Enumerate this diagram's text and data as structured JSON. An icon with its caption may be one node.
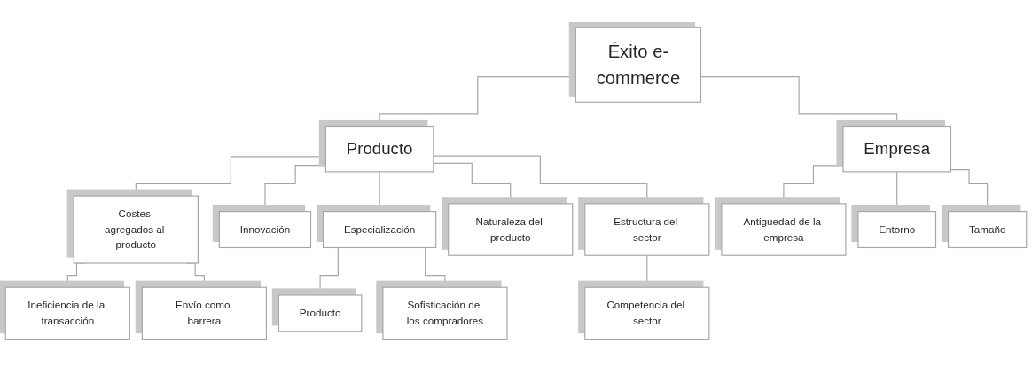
{
  "diagram": {
    "nodes": [
      {
        "text": [
          "Éxito e-commerce"
        ]
      },
      {
        "text": [
          "Producto"
        ]
      },
      {
        "text": [
          "Empresa"
        ]
      },
      {
        "text": [
          "Costes agregados al producto"
        ]
      },
      {
        "text": [
          "Innovación"
        ]
      },
      {
        "text": [
          "Especialización"
        ]
      },
      {
        "text": [
          "Naturaleza del producto"
        ]
      },
      {
        "text": [
          "Estructura del sector"
        ]
      },
      {
        "text": [
          "Ineficiencia de la transacción"
        ]
      },
      {
        "text": [
          "Envío como barrera"
        ]
      },
      {
        "text": [
          "Producto"
        ]
      },
      {
        "text": [
          "Sofisticación de los compradores"
        ]
      },
      {
        "text": [
          "Competencia del sector"
        ]
      },
      {
        "text": [
          "Antiguedad de la empresa"
        ]
      },
      {
        "text": [
          "Entorno"
        ]
      },
      {
        "text": [
          "Tamaño"
        ]
      }
    ],
    "edges": [
      {
        "from": 0,
        "to": 1,
        "arrow": "none"
      },
      {
        "from": 0,
        "to": 2,
        "arrow": "none"
      },
      {
        "from": 1,
        "to": 3,
        "arrow": "none"
      },
      {
        "from": 1,
        "to": 4,
        "arrow": "none"
      },
      {
        "from": 1,
        "to": 5,
        "arrow": "none"
      },
      {
        "from": 1,
        "to": 6,
        "arrow": "none"
      },
      {
        "from": 1,
        "to": 7,
        "arrow": "none"
      },
      {
        "from": 3,
        "to": 8,
        "arrow": "none"
      },
      {
        "from": 3,
        "to": 9,
        "arrow": "none"
      },
      {
        "from": 5,
        "to": 10,
        "arrow": "none"
      },
      {
        "from": 5,
        "to": 11,
        "arrow": "none"
      },
      {
        "from": 7,
        "to": 12,
        "arrow": "none"
      },
      {
        "from": 2,
        "to": 13,
        "arrow": "none"
      },
      {
        "from": 2,
        "to": 14,
        "arrow": "none"
      },
      {
        "from": 2,
        "to": 15,
        "arrow": "none"
      }
    ]
  }
}
